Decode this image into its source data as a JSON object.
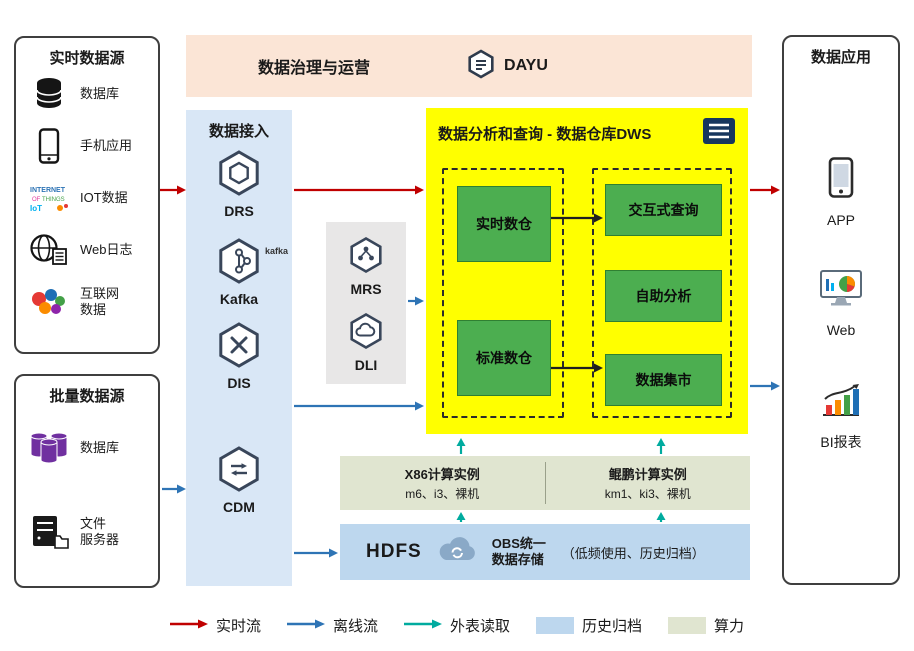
{
  "colors": {
    "realtime_flow": "#c00000",
    "offline_flow": "#2e74b5",
    "external_read": "#00ab9f",
    "archive_fill": "#bdd7ee",
    "compute_fill": "#e0e5d0",
    "dws_fill": "#ffff00",
    "service_green": "#4cae50",
    "governance_fill": "#fbe5d6",
    "access_fill": "#d9e7f6",
    "analytics_fill": "#e8e7e7"
  },
  "realtime_sources": {
    "title": "实时数据源",
    "items": [
      {
        "label": "数据库",
        "icon": "database-icon"
      },
      {
        "label": "手机应用",
        "icon": "phone-icon"
      },
      {
        "label": "IOT数据",
        "icon": "iot-icon"
      },
      {
        "label": "Web日志",
        "icon": "web-log-icon"
      },
      {
        "label": "互联网\n数据",
        "icon": "internet-data-icon"
      }
    ]
  },
  "batch_sources": {
    "title": "批量数据源",
    "items": [
      {
        "label": "数据库",
        "icon": "database-cluster-icon"
      },
      {
        "label": "文件\n服务器",
        "icon": "file-server-icon"
      }
    ]
  },
  "governance": {
    "title": "数据治理与运营",
    "product": "DAYU"
  },
  "access": {
    "title": "数据接入",
    "services": [
      {
        "name": "DRS"
      },
      {
        "name": "Kafka",
        "wordmark": "kafka"
      },
      {
        "name": "DIS"
      },
      {
        "name": "CDM"
      }
    ]
  },
  "analytics_services": {
    "items": [
      {
        "name": "MRS"
      },
      {
        "name": "DLI"
      }
    ]
  },
  "dws": {
    "title": "数据分析和查询 - 数据仓库DWS",
    "realtime_dw": "实时数仓",
    "standard_dw": "标准数仓",
    "interactive_query": "交互式查询",
    "self_analysis": "自助分析",
    "data_mart": "数据集市"
  },
  "compute": {
    "x86_title": "X86计算实例",
    "x86_spec": "m6、i3、裸机",
    "kunpeng_title": "鲲鹏计算实例",
    "kunpeng_spec": "km1、ki3、裸机"
  },
  "storage": {
    "hdfs": "HDFS",
    "obs_title": "OBS统一数据存储",
    "obs_note": "（低频使用、历史归档）"
  },
  "applications": {
    "title": "数据应用",
    "items": [
      {
        "label": "APP"
      },
      {
        "label": "Web"
      },
      {
        "label": "BI报表"
      }
    ]
  },
  "legend": {
    "realtime": "实时流",
    "offline": "离线流",
    "external": "外表读取",
    "archive": "历史归档",
    "compute_power": "算力"
  }
}
